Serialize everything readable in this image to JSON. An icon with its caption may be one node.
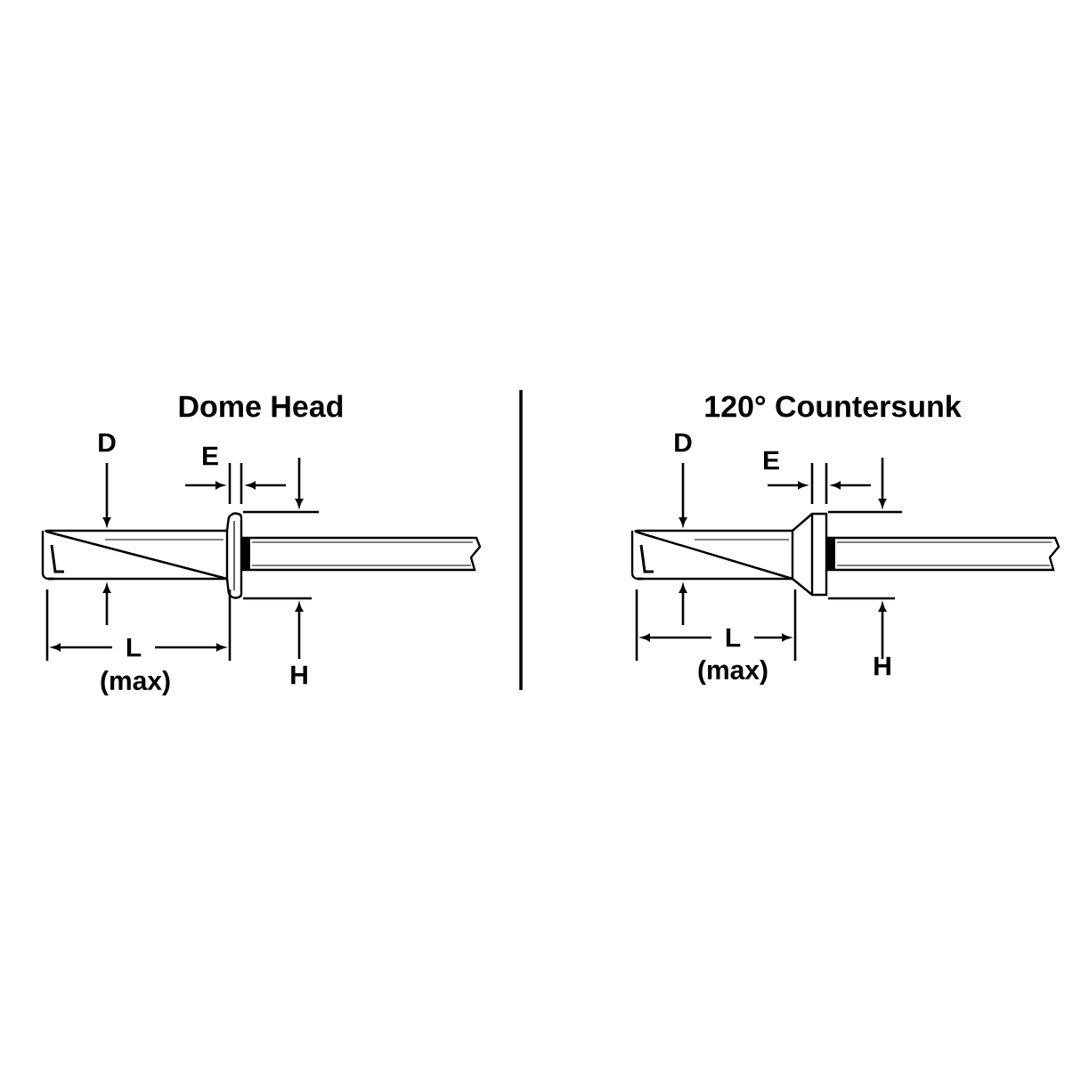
{
  "diagram": {
    "labels": [
      "Dome Head",
      "120° Countersunk",
      "D",
      "D",
      "E",
      "E",
      "L",
      "H",
      "(max)",
      "L",
      "H",
      "(max)"
    ]
  }
}
